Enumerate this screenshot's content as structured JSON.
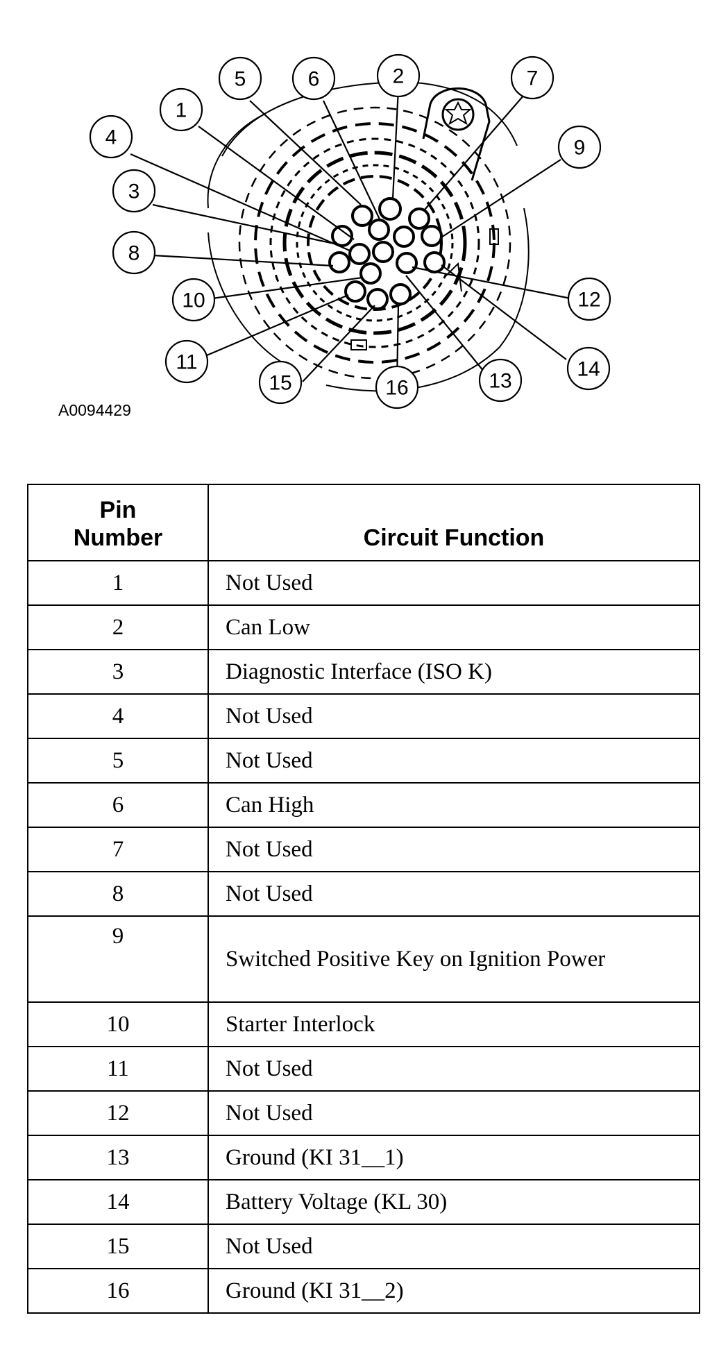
{
  "figure": {
    "id": "A0094429",
    "callouts": [
      "1",
      "2",
      "3",
      "4",
      "5",
      "6",
      "7",
      "8",
      "9",
      "10",
      "11",
      "12",
      "13",
      "14",
      "15",
      "16"
    ]
  },
  "table": {
    "header_pin_line1": "Pin",
    "header_pin_line2": "Number",
    "header_function": "Circuit Function",
    "rows": [
      {
        "pin": "1",
        "function": "Not Used"
      },
      {
        "pin": "2",
        "function": "Can Low"
      },
      {
        "pin": "3",
        "function": "Diagnostic Interface (ISO K)"
      },
      {
        "pin": "4",
        "function": "Not Used"
      },
      {
        "pin": "5",
        "function": "Not Used"
      },
      {
        "pin": "6",
        "function": "Can High"
      },
      {
        "pin": "7",
        "function": "Not Used"
      },
      {
        "pin": "8",
        "function": "Not Used"
      },
      {
        "pin": "9",
        "function": "Switched Positive Key on Ignition Power"
      },
      {
        "pin": "10",
        "function": "Starter Interlock"
      },
      {
        "pin": "11",
        "function": "Not Used"
      },
      {
        "pin": "12",
        "function": "Not Used"
      },
      {
        "pin": "13",
        "function": "Ground (KI 31__1)"
      },
      {
        "pin": "14",
        "function": "Battery Voltage (KL 30)"
      },
      {
        "pin": "15",
        "function": "Not Used"
      },
      {
        "pin": "16",
        "function": "Ground (KI 31__2)"
      }
    ]
  }
}
